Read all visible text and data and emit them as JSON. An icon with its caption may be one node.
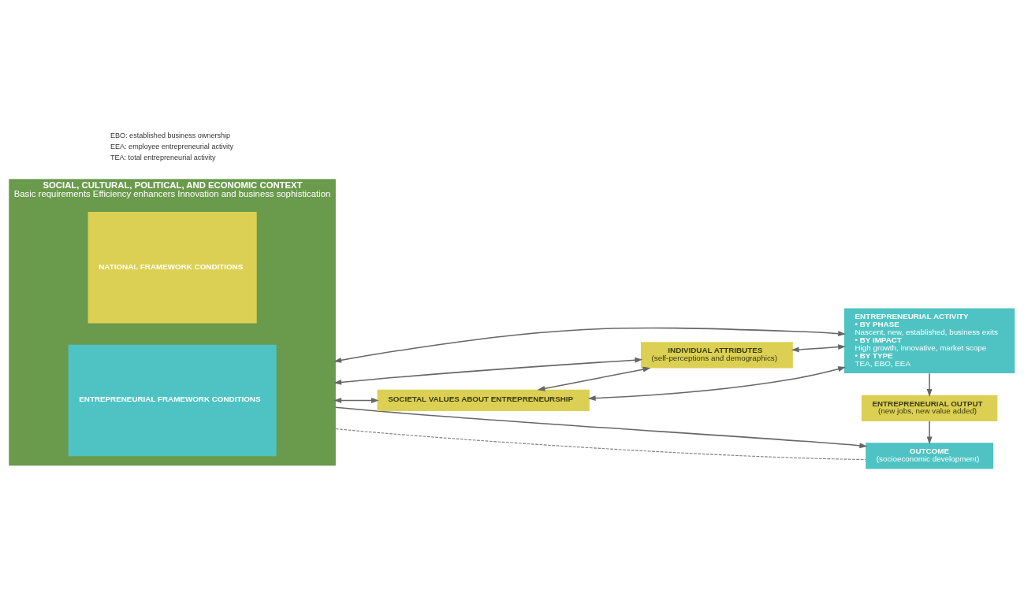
{
  "diagram": {
    "nodes": [
      {
        "text": [
          "SOCIAL, CULTURAL, POLITICAL, AND ECONOMIC CONTEXT",
          "Basic requirements Efficiency enhancers Innovation and business sophistication"
        ]
      },
      {
        "text": [
          "NATIONAL FRAMEWORK CONDITIONS"
        ],
        "in": 0
      },
      {
        "text": [
          "ENTREPRENEURIAL FRAMEWORK CONDITIONS"
        ],
        "in": 0
      },
      {
        "text": [
          "OUTCOME",
          "(socioeconomic development)"
        ]
      },
      {
        "text": [
          "ENTREPRENEURIAL OUTPUT",
          "(new jobs, new value added)"
        ]
      },
      {
        "text": [
          "SOCIETAL VALUES ABOUT ENTREPRENEURSHIP"
        ]
      },
      {
        "text": [
          "INDIVIDUAL ATTRIBUTES",
          "(self-perceptions and demographics)"
        ]
      },
      {
        "text": [
          "ENTREPRENEURIAL ACTIVITY",
          "• BY PHASE",
          "Nascent, new, established, business exits",
          "• BY IMPACT",
          "High growth, innovative, market scope",
          "• BY TYPE",
          "TEA, EBO, EEA"
        ]
      }
    ],
    "edges": [
      {
        "from": 0,
        "to": 3,
        "arrow": "none",
        "style": "dashed",
        "color": "#808080"
      },
      {
        "from": 0,
        "to": 3,
        "arrow": "to"
      },
      {
        "from": 4,
        "to": 3,
        "arrow": "to"
      },
      {
        "from": 7,
        "to": 4,
        "arrow": "to"
      },
      {
        "from": 0,
        "to": 5,
        "arrow": "both"
      },
      {
        "from": 5,
        "to": 7,
        "arrow": "both"
      },
      {
        "from": 5,
        "to": 6,
        "arrow": "both"
      },
      {
        "from": 0,
        "to": 6,
        "arrow": "both"
      },
      {
        "from": 6,
        "to": 7,
        "arrow": "both"
      },
      {
        "from": 0,
        "to": 7,
        "arrow": "both"
      }
    ],
    "labels": [
      "EBO: established business ownership",
      "EEA: employee entrepreneurial activity",
      "TEA: total entrepreneurial activity"
    ]
  }
}
